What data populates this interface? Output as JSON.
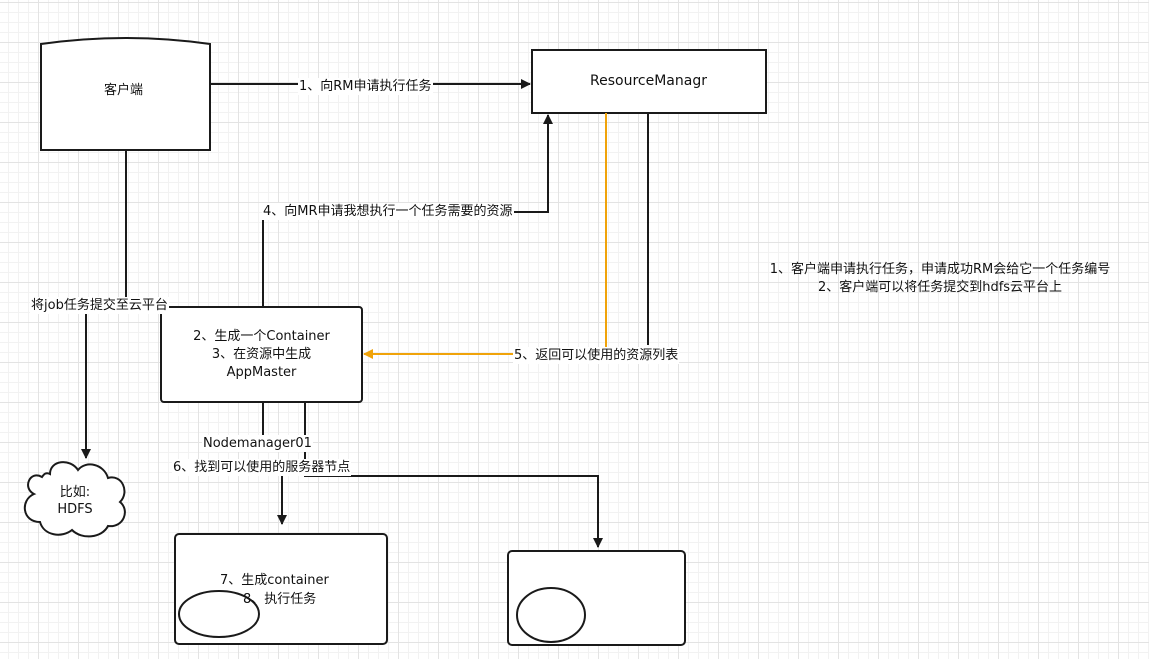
{
  "client": {
    "label": "客户端"
  },
  "resource_manager": {
    "label": "ResourceManagr"
  },
  "arrows": {
    "submit_to_rm": "1、向RM申请执行任务",
    "request_resources": "4、向MR申请我想执行一个任务需要的资源",
    "return_resources": "5、返回可以使用的资源列表",
    "submit_job": "将job任务提交至云平台",
    "find_node": "6、找到可以使用的服务器节点"
  },
  "app_master_box": {
    "line1": "2、生成一个Container",
    "line2": "3、在资源中生成",
    "line3": "AppMaster"
  },
  "node_manager": {
    "label": "Nodemanager01"
  },
  "storage": {
    "line1": "比如:",
    "line2": "HDFS"
  },
  "container_box": {
    "line1": "7、生成container",
    "line2": "8、执行任务"
  },
  "notes": {
    "line1": "1、客户端申请执行任务，申请成功RM会给它一个任务编号",
    "line2": "2、客户端可以将任务提交到hdfs云平台上"
  },
  "colors": {
    "stroke": "#1a1a1a",
    "highlight": "#f0a30a"
  }
}
